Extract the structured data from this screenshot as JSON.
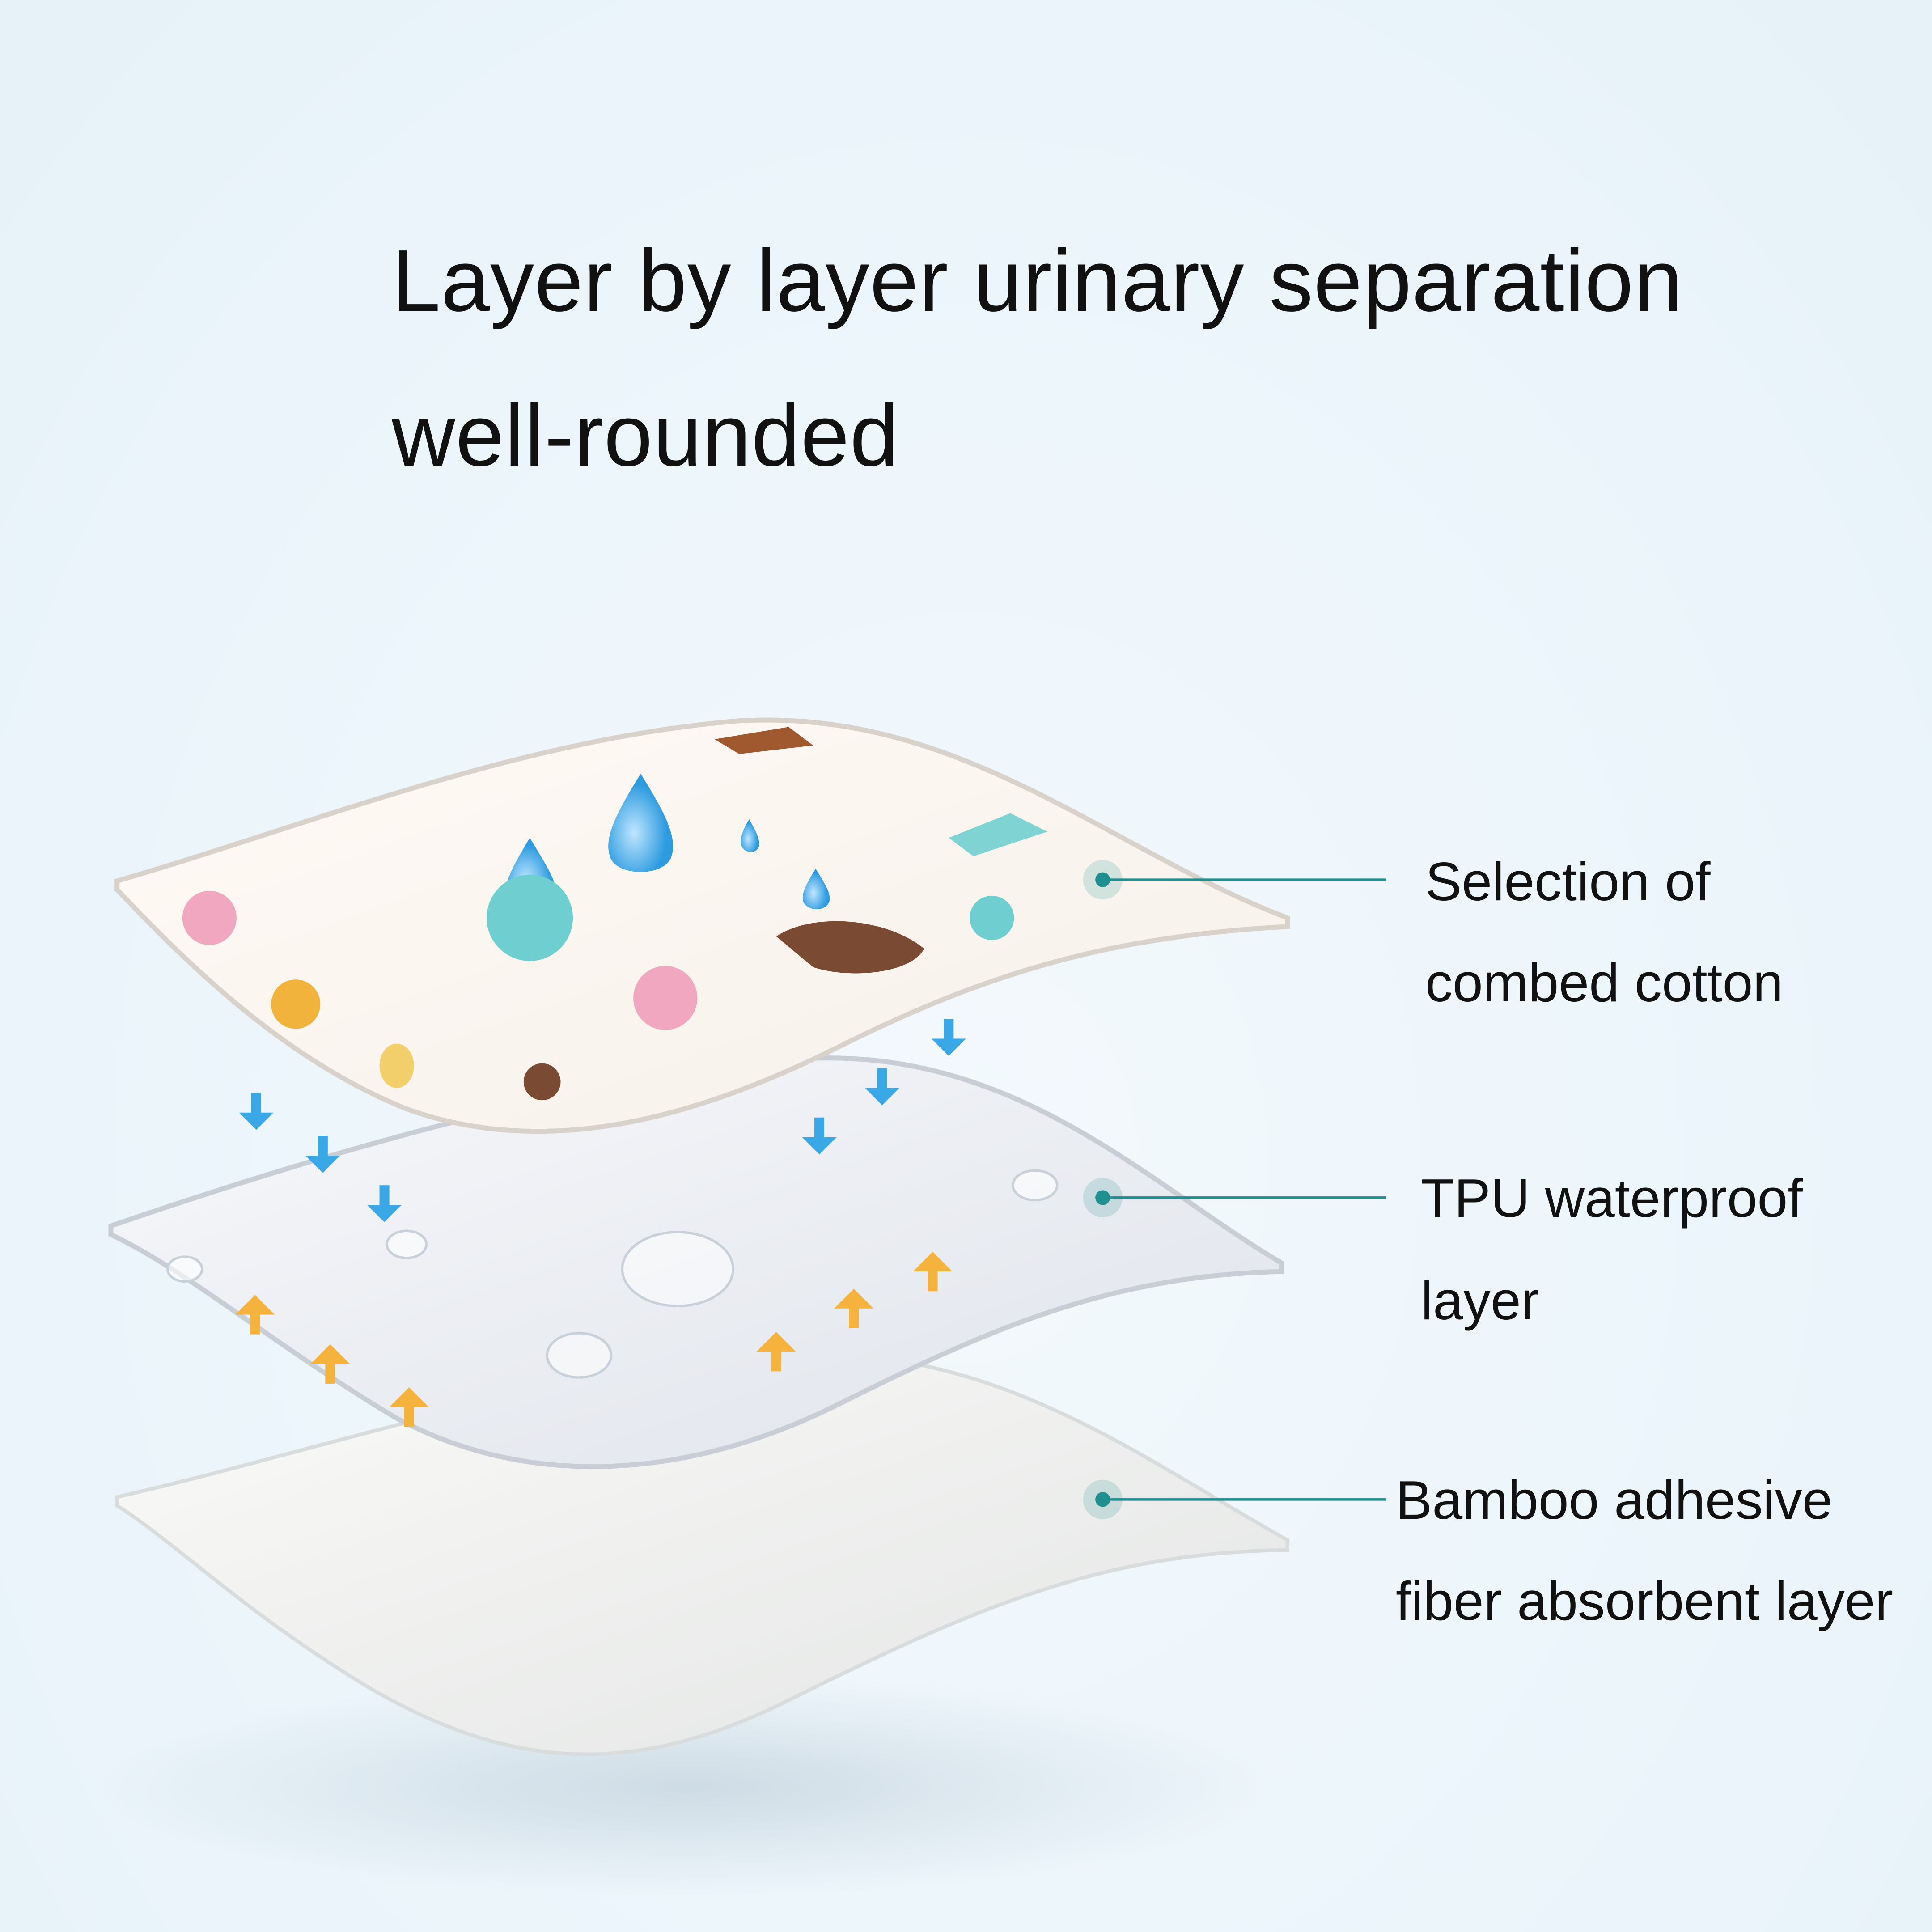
{
  "title": {
    "line1": "Layer by layer urinary separation",
    "line2": "well-rounded"
  },
  "layers": [
    {
      "line1": "Selection of",
      "line2": "combed cotton"
    },
    {
      "line1": "TPU waterproof",
      "line2": "layer"
    },
    {
      "line1": "Bamboo adhesive",
      "line2": "fiber absorbent layer"
    }
  ],
  "colors": {
    "background": "#eef6fb",
    "callout": "#1f8f8f",
    "down_arrow": "#3aa7e6",
    "up_arrow": "#f5b23c"
  }
}
